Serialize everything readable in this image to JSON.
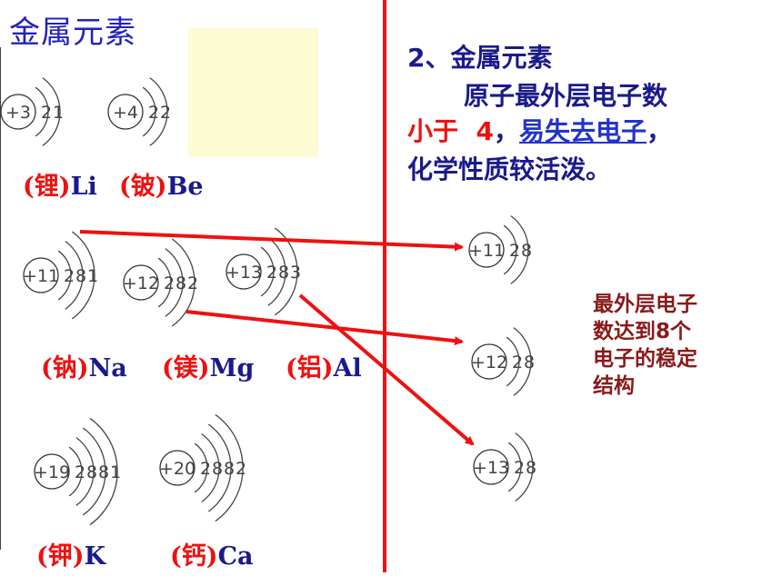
{
  "title": "金属元素",
  "heading": "2、金属元素",
  "description": {
    "line1": "原子最外层电子数",
    "prefix": "小于",
    "number": "4",
    "comma": "，",
    "emphasis": "易失去电子",
    "end": "，",
    "line3": "化学性质较活泼。"
  },
  "side_note": [
    "最外层电子",
    "数达到8个",
    "电子的稳定",
    "结构"
  ],
  "elements": [
    {
      "cn": "(锂)",
      "symbol": "Li",
      "nucleus": "+3",
      "shells": [
        "2",
        "1"
      ]
    },
    {
      "cn": "(铍)",
      "symbol": "Be",
      "nucleus": "+4",
      "shells": [
        "2",
        "2"
      ]
    },
    {
      "cn": "(钠)",
      "symbol": "Na",
      "nucleus": "+11",
      "shells": [
        "2",
        "8",
        "1"
      ]
    },
    {
      "cn": "(镁)",
      "symbol": "Mg",
      "nucleus": "+12",
      "shells": [
        "2",
        "8",
        "2"
      ]
    },
    {
      "cn": "(铝)",
      "symbol": "Al",
      "nucleus": "+13",
      "shells": [
        "2",
        "8",
        "3"
      ]
    },
    {
      "cn": "(钾)",
      "symbol": "K",
      "nucleus": "+19",
      "shells": [
        "2",
        "8",
        "8",
        "1"
      ]
    },
    {
      "cn": "(钙)",
      "symbol": "Ca",
      "nucleus": "+20",
      "shells": [
        "2",
        "8",
        "8",
        "2"
      ]
    }
  ],
  "ions": [
    {
      "nucleus": "+11",
      "shells": [
        "2",
        "8"
      ]
    },
    {
      "nucleus": "+12",
      "shells": [
        "2",
        "8"
      ]
    },
    {
      "nucleus": "+13",
      "shells": [
        "2",
        "8"
      ]
    }
  ],
  "colors": {
    "title": "#2222bb",
    "label_cn": "#ee1111",
    "label_symbol": "#1a1a8c",
    "arrow": "#ee1111",
    "note_box": "#fdfbd2",
    "side_note": "#8a1a1a"
  }
}
